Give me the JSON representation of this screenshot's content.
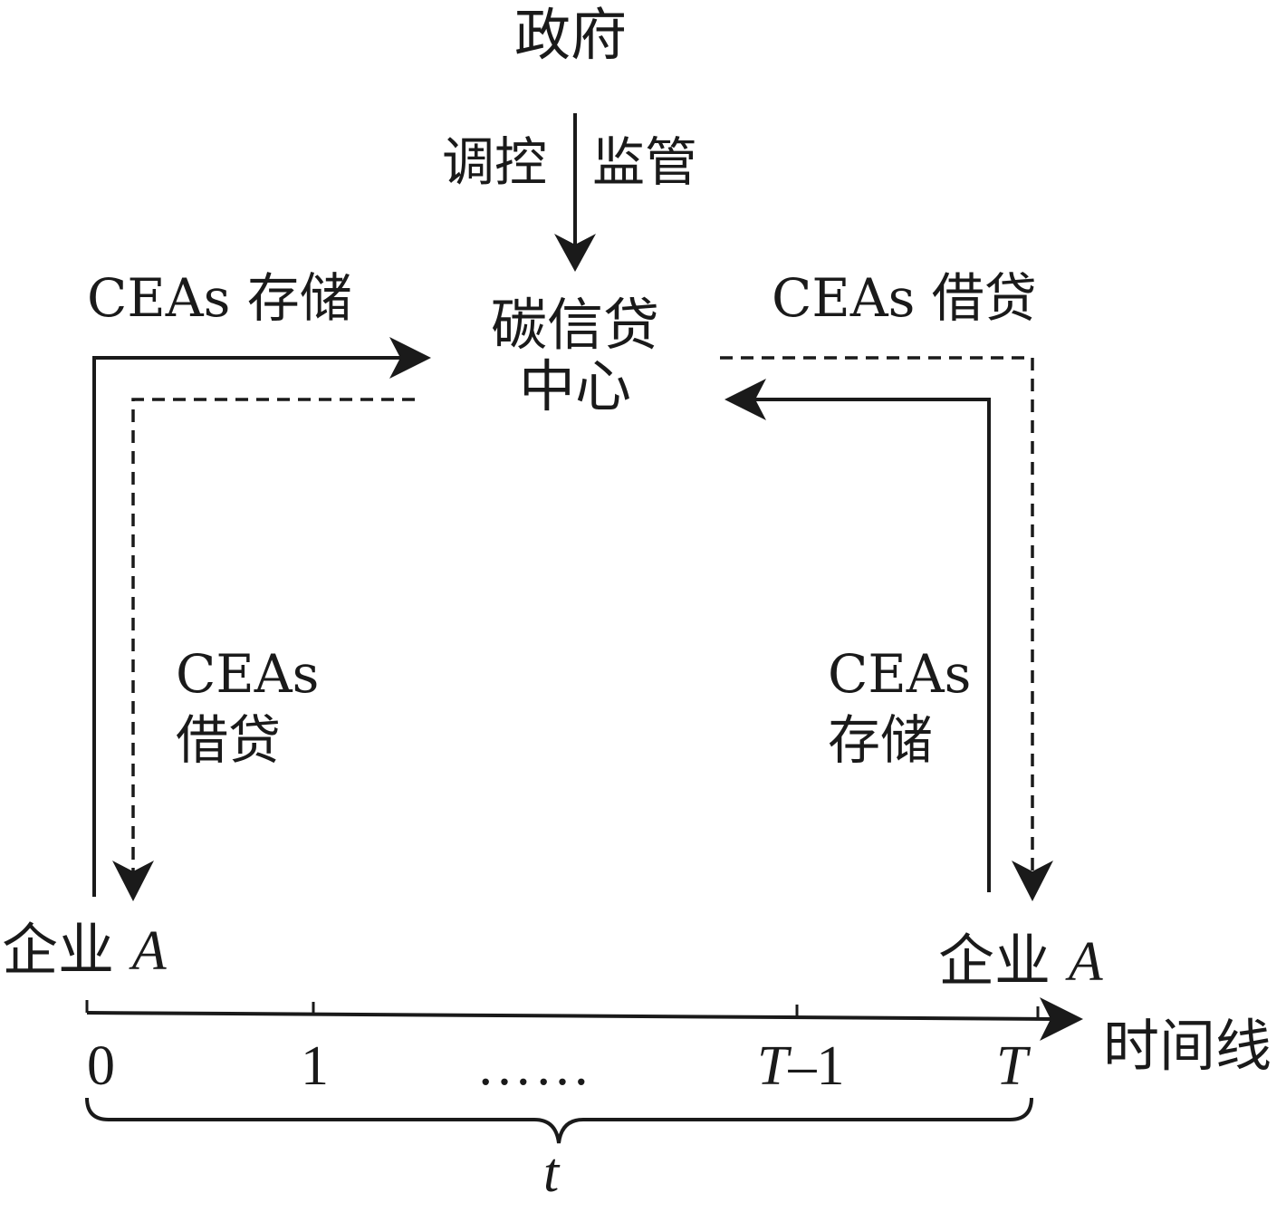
{
  "nodes": {
    "government": "政府",
    "carbon_center_line1": "碳信贷",
    "carbon_center_line2": "中心",
    "enterprise_left_prefix": "企业",
    "enterprise_left_var": "A",
    "enterprise_right_prefix": "企业",
    "enterprise_right_var": "A"
  },
  "edge_labels": {
    "regulate": "调控",
    "supervise": "监管",
    "top_left": "CEAs 存储",
    "top_right": "CEAs 借贷",
    "left_mid_line1": "CEAs",
    "left_mid_line2": "借贷",
    "right_mid_line1": "CEAs",
    "right_mid_line2": "存储"
  },
  "timeline": {
    "axis_label": "时间线",
    "ticks": {
      "t0": "0",
      "t1": "1",
      "dots": "……",
      "tm1_var": "T",
      "tm1_rest": "–1",
      "tT": "T"
    },
    "brace_label": "t"
  },
  "colors": {
    "ink": "#1a1a1a",
    "background": "#ffffff"
  }
}
